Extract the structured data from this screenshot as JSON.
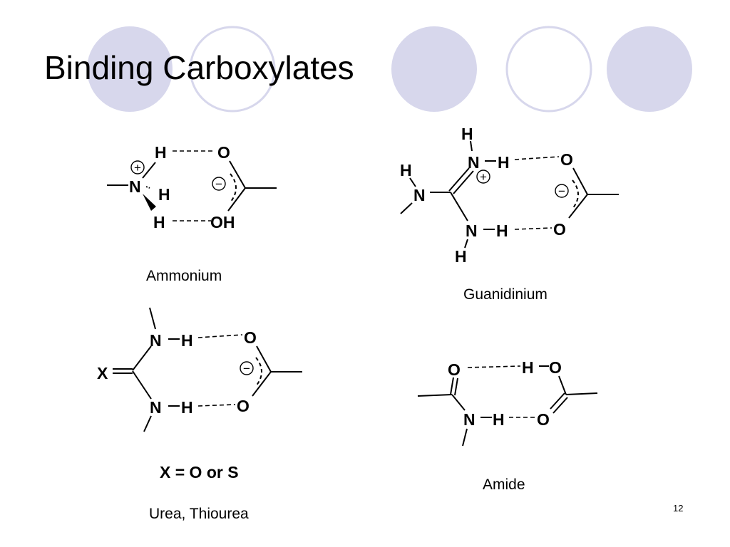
{
  "slide": {
    "title": "Binding Carboxylates",
    "page_number": "12",
    "decor_fill_color": "#d7d7ec",
    "decor_ring_color": "#d7d7ec"
  },
  "structures": {
    "ammonium": {
      "caption": "Ammonium",
      "atoms": {
        "n": "N",
        "h1": "H",
        "h2": "H",
        "h3": "H",
        "o1": "O",
        "oh": "OH"
      },
      "charges": {
        "n_plus": "+",
        "carboxylate_minus": "−"
      }
    },
    "guanidinium": {
      "caption": "Guanidinium",
      "atoms": {
        "h_top": "H",
        "n_top": "N",
        "h_ntop": "H",
        "h_left": "H",
        "n_left": "N",
        "n_bottom": "N",
        "h_nbottom": "H",
        "h_bottom": "H",
        "o1": "O",
        "o2": "O"
      },
      "charges": {
        "n_plus": "+",
        "carboxylate_minus": "−"
      }
    },
    "urea": {
      "caption": "Urea, Thiourea",
      "formula": "X = O or S",
      "atoms": {
        "x": "X",
        "n_top": "N",
        "h_top": "H",
        "n_bottom": "N",
        "h_bottom": "H",
        "o1": "O",
        "o2": "O"
      },
      "charges": {
        "carboxylate_minus": "−"
      }
    },
    "amide": {
      "caption": "Amide",
      "atoms": {
        "o_left": "O",
        "h_acid": "H",
        "o_acid": "O",
        "n": "N",
        "h_n": "H",
        "o_right": "O"
      }
    }
  }
}
